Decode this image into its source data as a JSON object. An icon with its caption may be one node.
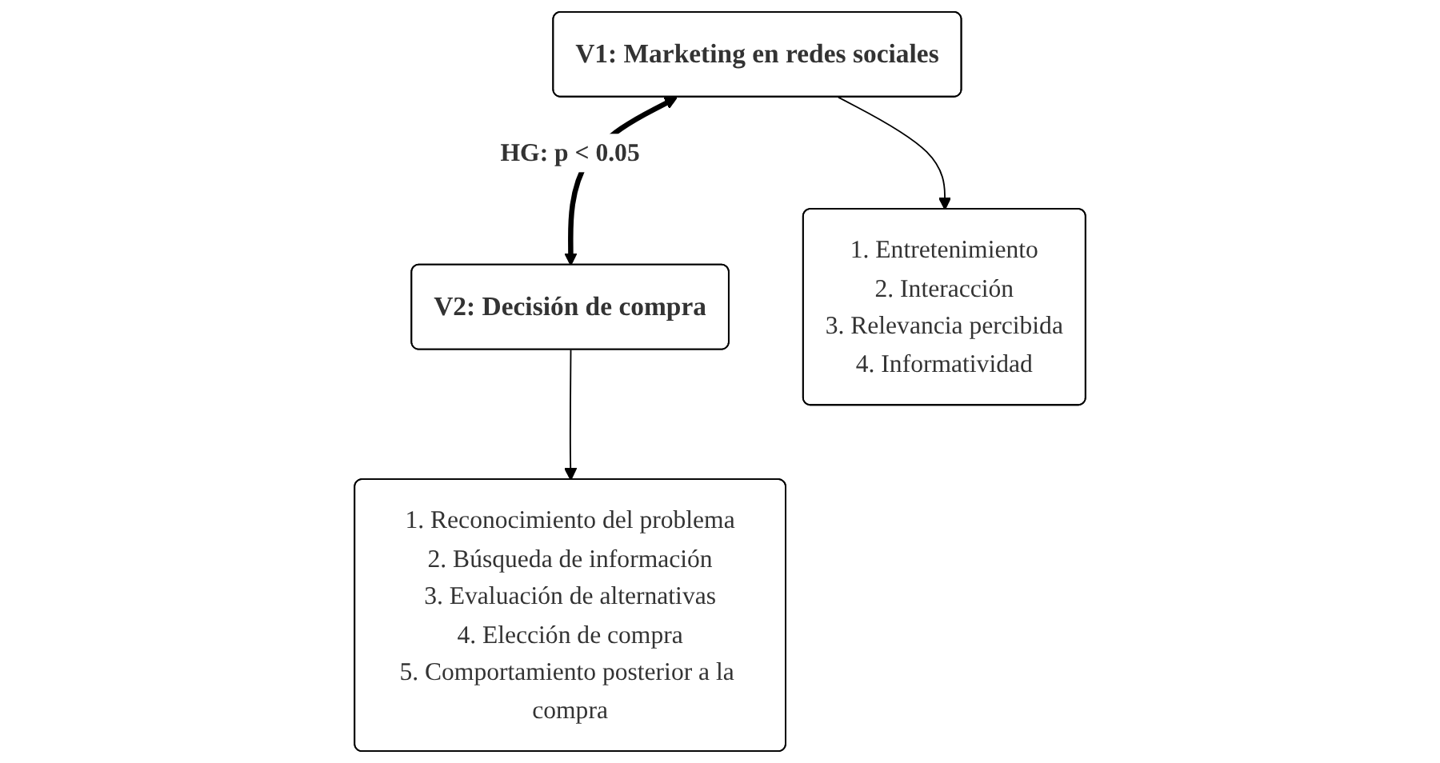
{
  "diagram": {
    "nodes": [
      {
        "text": [
          "V1: Marketing en redes sociales"
        ]
      },
      {
        "text": [
          "V2: Decisión de compra"
        ]
      },
      {
        "text": [
          "1. Entretenimiento",
          "2. Interacción",
          "3. Relevancia percibida",
          "4. Informatividad"
        ]
      },
      {
        "text": [
          "1. Reconocimiento del problema",
          "2. Búsqueda de información",
          "3. Evaluación de alternativas",
          "4. Elección de compra",
          "5. Comportamiento posterior a la compra"
        ]
      }
    ],
    "edges": [
      {
        "from": 0,
        "to": 1,
        "arrow": "both",
        "label": "HG: p < 0.05",
        "style": "thick"
      },
      {
        "from": 0,
        "to": 2,
        "arrow": "to"
      },
      {
        "from": 1,
        "to": 3,
        "arrow": "to"
      }
    ]
  }
}
